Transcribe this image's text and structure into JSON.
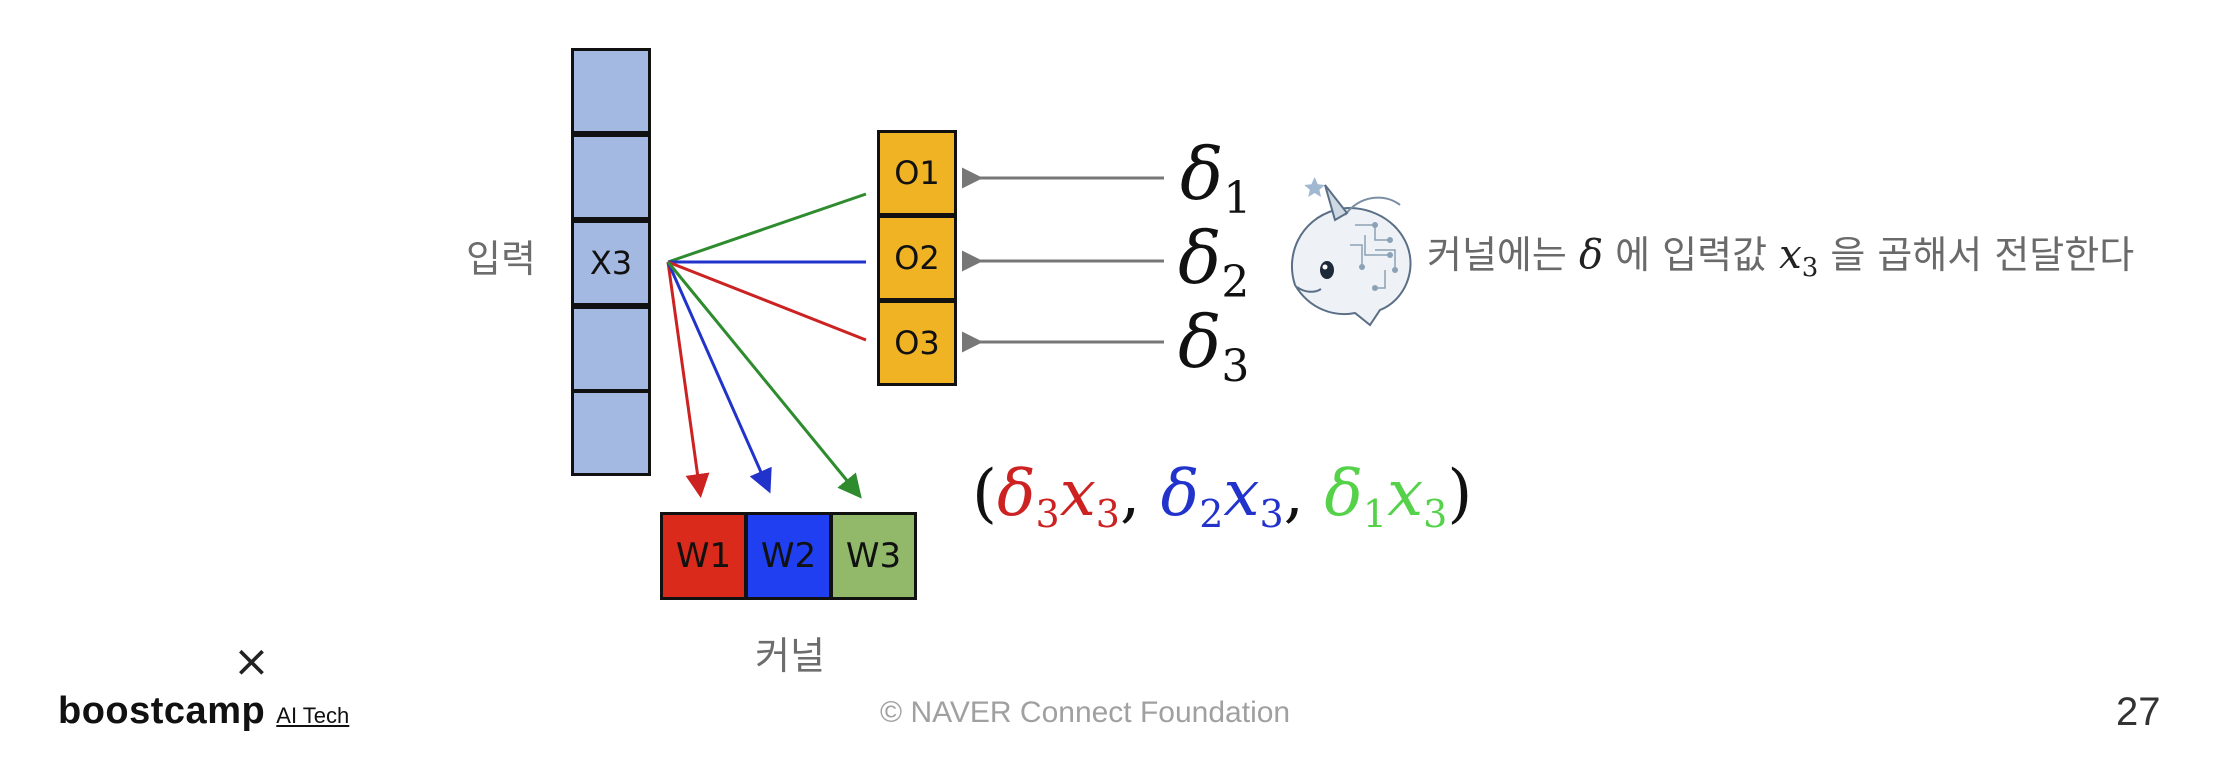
{
  "diagram": {
    "input_label": "입력",
    "input_cells": [
      "",
      "",
      "X3",
      "",
      ""
    ],
    "output_cells": [
      "O1",
      "O2",
      "O3"
    ],
    "kernel_cells": [
      "W1",
      "W2",
      "W3"
    ],
    "kernel_label": "커널",
    "deltas": [
      {
        "sym": "δ",
        "sub": "1"
      },
      {
        "sym": "δ",
        "sub": "2"
      },
      {
        "sym": "δ",
        "sub": "3"
      }
    ],
    "formula": {
      "open": "(",
      "close": ")",
      "terms": [
        {
          "d": "δ",
          "dsub": "3",
          "x": "x",
          "xsub": "3",
          "color": "#cc2222"
        },
        {
          "d": "δ",
          "dsub": "2",
          "x": "x",
          "xsub": "3",
          "color": "#2233cc"
        },
        {
          "d": "δ",
          "dsub": "1",
          "x": "x",
          "xsub": "3",
          "color": "#55d24a"
        }
      ],
      "sep": ","
    },
    "caption": {
      "part1": "커널에는",
      "delta": "δ",
      "part2": "에 입력값",
      "x": "x",
      "xsub": "3",
      "part3": "을 곱해서 전달한다"
    },
    "colors": {
      "input_fill": "#a4b9e1",
      "output_fill": "#f0b323",
      "w1": "#d92a1c",
      "w2": "#1f3ff0",
      "w3": "#92b86a",
      "red_arrow": "#cc2222",
      "blue_arrow": "#2233cc",
      "green_arrow": "#2e8b2e",
      "gray_arrow": "#777777"
    },
    "mascot_icon": "unicorn-mascot-icon"
  },
  "footer": {
    "close_symbol": "×",
    "brand": "boostcamp",
    "brand_sub": "AI Tech",
    "copyright": "©  NAVER Connect Foundation",
    "page_number": "27"
  }
}
